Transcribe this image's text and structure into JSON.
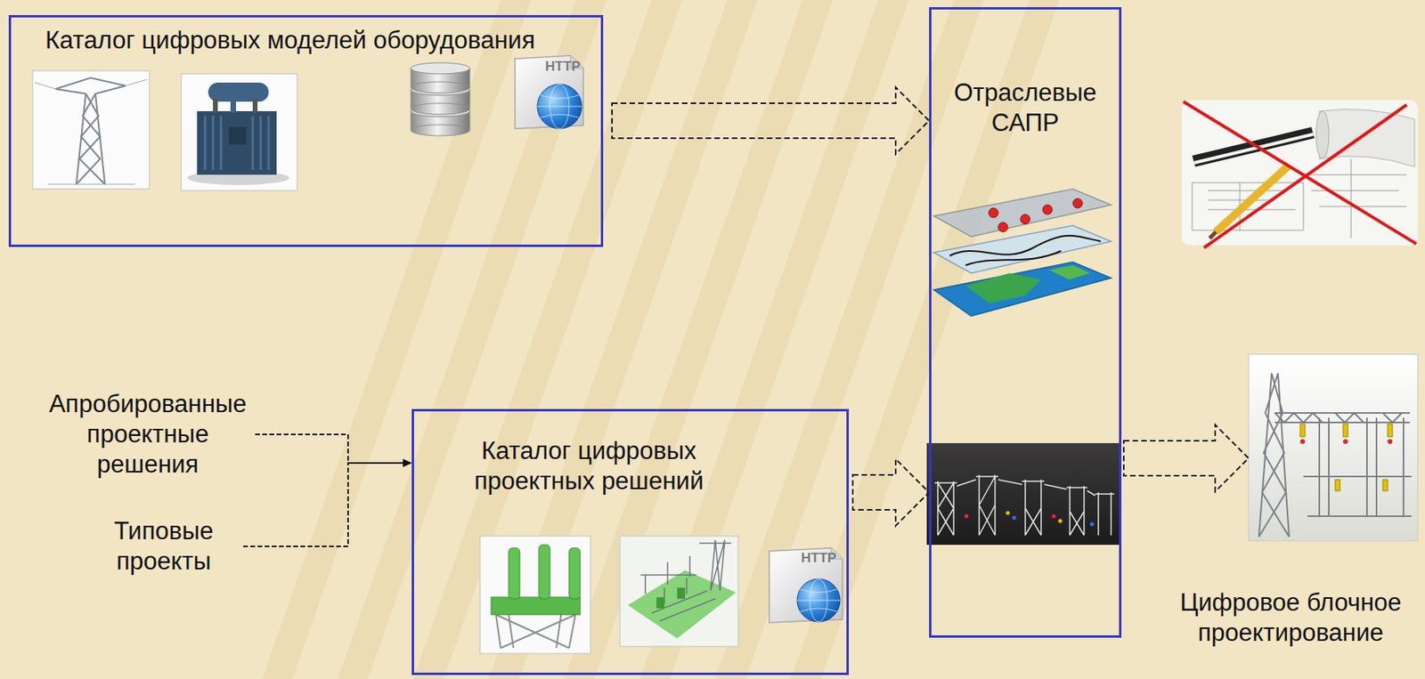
{
  "diagram": {
    "nodes": [
      {
        "text": [
          "Каталог цифровых моделей оборудования"
        ]
      },
      {
        "text": [
          "Отраслевые САПР"
        ]
      },
      {
        "text": [
          "Апробированные проектные решения"
        ]
      },
      {
        "text": [
          "Типовые проекты"
        ]
      },
      {
        "text": [
          "Каталог цифровых проектных решений"
        ]
      },
      {
        "text": [
          "Цифровое блочное проектирование"
        ]
      }
    ],
    "edges": [
      {
        "from": 0,
        "to": 1,
        "arrow": "to"
      },
      {
        "from": 2,
        "to": 4,
        "arrow": "to"
      },
      {
        "from": 3,
        "to": 4,
        "arrow": "to"
      },
      {
        "from": 4,
        "to": 1,
        "arrow": "to"
      },
      {
        "from": 1,
        "to": 5,
        "arrow": "to"
      }
    ],
    "labels": [
      "HTTP",
      "HTTP"
    ]
  }
}
